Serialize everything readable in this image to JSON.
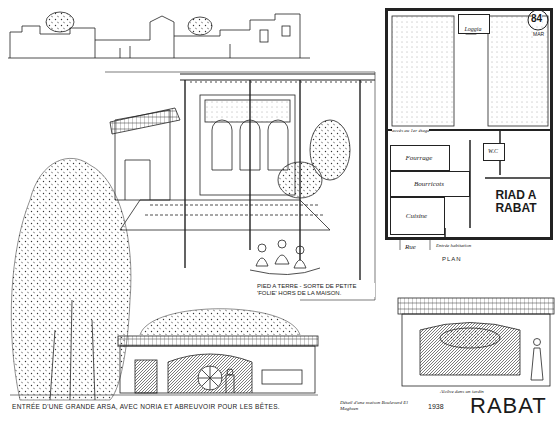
{
  "diagram": {
    "title": "RABAT",
    "nodes": [
      {
        "text": [
          "RIAD A RABAT"
        ]
      },
      {
        "text": [
          "Loggia"
        ],
        "in": 0
      },
      {
        "text": [
          "Fourrage"
        ],
        "in": 0
      },
      {
        "text": [
          "W.C"
        ],
        "in": 0
      },
      {
        "text": [
          "Bourricots"
        ],
        "in": 0
      },
      {
        "text": [
          "Cuisine"
        ],
        "in": 0
      }
    ],
    "labels": [
      "84",
      "MAR",
      "Rue",
      "PLAN",
      "Entrée habitation",
      "accès au 1er étage",
      "PIED A TERRE - SORTE DE PETITE 'FOLIE' HORS DE LA MAISON.",
      "Alcôve dans un jardin",
      "ENTRÉE D'UNE GRANDE ARSA, AVEC NORIA ET ABREUVOIR POUR LES BÊTES.",
      "Détail d'une maison Boulevard El Maghzen",
      "1938"
    ]
  }
}
